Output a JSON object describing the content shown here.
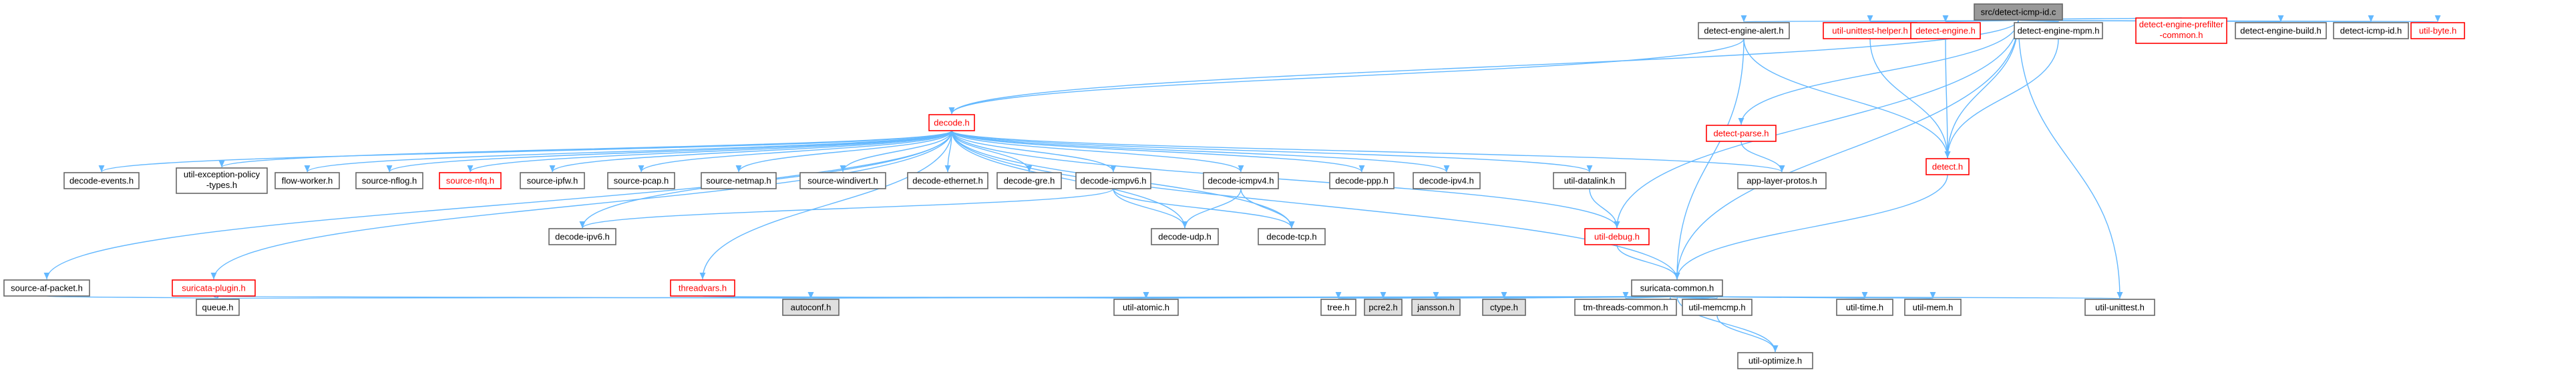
{
  "colors": {
    "edge": "#63b8ff",
    "node_border_default": "#666666",
    "node_border_red": "#ff0000",
    "node_fill_default": "#ffffff",
    "node_fill_root": "#999999",
    "node_fill_gray": "#e0e0e0",
    "text_default": "#000000",
    "text_red": "#ff0000"
  },
  "nodes": [
    {
      "id": "root",
      "label": "src/detect-icmp-id.c",
      "style": "root"
    },
    {
      "id": "detect_engine_alert",
      "label": "detect-engine-alert.h",
      "style": "default"
    },
    {
      "id": "util_unittest_helper",
      "label": "util-unittest-helper.h",
      "style": "red"
    },
    {
      "id": "detect_engine",
      "label": "detect-engine.h",
      "style": "red"
    },
    {
      "id": "detect_engine_mpm",
      "label": "detect-engine-mpm.h",
      "style": "default"
    },
    {
      "id": "prefilter_common",
      "label": [
        "detect-engine-prefilter",
        "-common.h"
      ],
      "style": "red"
    },
    {
      "id": "detect_engine_build",
      "label": "detect-engine-build.h",
      "style": "default"
    },
    {
      "id": "detect_icmp_id_h",
      "label": "detect-icmp-id.h",
      "style": "default"
    },
    {
      "id": "util_byte",
      "label": "util-byte.h",
      "style": "red"
    },
    {
      "id": "detect_parse",
      "label": "detect-parse.h",
      "style": "red"
    },
    {
      "id": "detect_h",
      "label": "detect.h",
      "style": "red"
    },
    {
      "id": "decode_h",
      "label": "decode.h",
      "style": "red"
    },
    {
      "id": "decode_events",
      "label": "decode-events.h",
      "style": "default"
    },
    {
      "id": "util_exception",
      "label": [
        "util-exception-policy",
        "-types.h"
      ],
      "style": "default"
    },
    {
      "id": "flow_worker",
      "label": "flow-worker.h",
      "style": "default"
    },
    {
      "id": "source_nflog",
      "label": "source-nflog.h",
      "style": "default"
    },
    {
      "id": "source_nfq",
      "label": "source-nfq.h",
      "style": "red"
    },
    {
      "id": "source_ipfw",
      "label": "source-ipfw.h",
      "style": "default"
    },
    {
      "id": "source_pcap",
      "label": "source-pcap.h",
      "style": "default"
    },
    {
      "id": "source_netmap",
      "label": "source-netmap.h",
      "style": "default"
    },
    {
      "id": "source_windivert",
      "label": "source-windivert.h",
      "style": "default"
    },
    {
      "id": "decode_ethernet",
      "label": "decode-ethernet.h",
      "style": "default"
    },
    {
      "id": "decode_gre",
      "label": "decode-gre.h",
      "style": "default"
    },
    {
      "id": "decode_icmpv6",
      "label": "decode-icmpv6.h",
      "style": "default"
    },
    {
      "id": "decode_icmpv4",
      "label": "decode-icmpv4.h",
      "style": "default"
    },
    {
      "id": "decode_ppp",
      "label": "decode-ppp.h",
      "style": "default"
    },
    {
      "id": "decode_ipv4",
      "label": "decode-ipv4.h",
      "style": "default"
    },
    {
      "id": "util_datalink",
      "label": "util-datalink.h",
      "style": "default"
    },
    {
      "id": "app_layer_protos",
      "label": "app-layer-protos.h",
      "style": "default"
    },
    {
      "id": "decode_ipv6",
      "label": "decode-ipv6.h",
      "style": "default"
    },
    {
      "id": "decode_udp",
      "label": "decode-udp.h",
      "style": "default"
    },
    {
      "id": "decode_tcp",
      "label": "decode-tcp.h",
      "style": "default"
    },
    {
      "id": "util_debug",
      "label": "util-debug.h",
      "style": "red"
    },
    {
      "id": "source_af_packet",
      "label": "source-af-packet.h",
      "style": "default"
    },
    {
      "id": "suricata_plugin",
      "label": "suricata-plugin.h",
      "style": "red"
    },
    {
      "id": "threadvars",
      "label": "threadvars.h",
      "style": "red"
    },
    {
      "id": "suricata_common",
      "label": "suricata-common.h",
      "style": "default"
    },
    {
      "id": "queue_h",
      "label": "queue.h",
      "style": "default"
    },
    {
      "id": "autoconf",
      "label": "autoconf.h",
      "style": "gray"
    },
    {
      "id": "util_atomic",
      "label": "util-atomic.h",
      "style": "default"
    },
    {
      "id": "tree_h",
      "label": "tree.h",
      "style": "default"
    },
    {
      "id": "pcre2",
      "label": "pcre2.h",
      "style": "gray"
    },
    {
      "id": "jansson",
      "label": "jansson.h",
      "style": "gray"
    },
    {
      "id": "ctype",
      "label": "ctype.h",
      "style": "gray"
    },
    {
      "id": "tm_threads_common",
      "label": "tm-threads-common.h",
      "style": "default"
    },
    {
      "id": "util_memcmp",
      "label": "util-memcmp.h",
      "style": "default"
    },
    {
      "id": "util_time",
      "label": "util-time.h",
      "style": "default"
    },
    {
      "id": "util_mem",
      "label": "util-mem.h",
      "style": "default"
    },
    {
      "id": "util_unittest",
      "label": "util-unittest.h",
      "style": "default"
    },
    {
      "id": "util_optimize",
      "label": "util-optimize.h",
      "style": "default"
    }
  ],
  "edges": [
    [
      "root",
      "detect_engine_alert"
    ],
    [
      "root",
      "util_unittest_helper"
    ],
    [
      "root",
      "detect_engine"
    ],
    [
      "root",
      "detect_engine_mpm"
    ],
    [
      "root",
      "prefilter_common"
    ],
    [
      "root",
      "detect_engine_build"
    ],
    [
      "root",
      "detect_icmp_id_h"
    ],
    [
      "root",
      "util_byte"
    ],
    [
      "root",
      "detect_parse"
    ],
    [
      "root",
      "detect_h"
    ],
    [
      "root",
      "decode_h"
    ],
    [
      "root",
      "util_debug"
    ],
    [
      "root",
      "suricata_common"
    ],
    [
      "root",
      "util_unittest"
    ],
    [
      "detect_engine_alert",
      "detect_h"
    ],
    [
      "detect_engine_alert",
      "decode_h"
    ],
    [
      "detect_engine_alert",
      "suricata_common"
    ],
    [
      "util_unittest_helper",
      "detect_h"
    ],
    [
      "detect_engine",
      "detect_h"
    ],
    [
      "detect_engine_mpm",
      "detect_h"
    ],
    [
      "detect_parse",
      "app_layer_protos"
    ],
    [
      "detect_h",
      "suricata_common"
    ],
    [
      "decode_h",
      "decode_events"
    ],
    [
      "decode_h",
      "util_exception"
    ],
    [
      "decode_h",
      "flow_worker"
    ],
    [
      "decode_h",
      "source_nflog"
    ],
    [
      "decode_h",
      "source_nfq"
    ],
    [
      "decode_h",
      "source_ipfw"
    ],
    [
      "decode_h",
      "source_pcap"
    ],
    [
      "decode_h",
      "source_netmap"
    ],
    [
      "decode_h",
      "source_windivert"
    ],
    [
      "decode_h",
      "decode_ethernet"
    ],
    [
      "decode_h",
      "decode_gre"
    ],
    [
      "decode_h",
      "decode_icmpv6"
    ],
    [
      "decode_h",
      "decode_icmpv4"
    ],
    [
      "decode_h",
      "decode_ppp"
    ],
    [
      "decode_h",
      "decode_ipv4"
    ],
    [
      "decode_h",
      "util_datalink"
    ],
    [
      "decode_h",
      "app_layer_protos"
    ],
    [
      "decode_h",
      "decode_ipv6"
    ],
    [
      "decode_h",
      "decode_udp"
    ],
    [
      "decode_h",
      "decode_tcp"
    ],
    [
      "decode_h",
      "util_debug"
    ],
    [
      "decode_h",
      "source_af_packet"
    ],
    [
      "decode_h",
      "suricata_plugin"
    ],
    [
      "decode_h",
      "threadvars"
    ],
    [
      "decode_h",
      "suricata_common"
    ],
    [
      "decode_icmpv6",
      "decode_ipv6"
    ],
    [
      "decode_icmpv6",
      "decode_udp"
    ],
    [
      "decode_icmpv6",
      "decode_tcp"
    ],
    [
      "decode_icmpv4",
      "decode_udp"
    ],
    [
      "decode_icmpv4",
      "decode_tcp"
    ],
    [
      "util_datalink",
      "util_debug"
    ],
    [
      "util_debug",
      "suricata_common"
    ],
    [
      "source_af_packet",
      "queue_h"
    ],
    [
      "suricata_plugin",
      "queue_h"
    ],
    [
      "suricata_plugin",
      "autoconf"
    ],
    [
      "threadvars",
      "util_atomic"
    ],
    [
      "suricata_common",
      "queue_h"
    ],
    [
      "suricata_common",
      "autoconf"
    ],
    [
      "suricata_common",
      "util_atomic"
    ],
    [
      "suricata_common",
      "tree_h"
    ],
    [
      "suricata_common",
      "pcre2"
    ],
    [
      "suricata_common",
      "jansson"
    ],
    [
      "suricata_common",
      "ctype"
    ],
    [
      "suricata_common",
      "tm_threads_common"
    ],
    [
      "suricata_common",
      "util_memcmp"
    ],
    [
      "suricata_common",
      "util_time"
    ],
    [
      "suricata_common",
      "util_mem"
    ],
    [
      "suricata_common",
      "util_unittest"
    ],
    [
      "suricata_common",
      "util_optimize"
    ],
    [
      "util_memcmp",
      "suricata_common"
    ],
    [
      "util_memcmp",
      "util_optimize"
    ]
  ]
}
